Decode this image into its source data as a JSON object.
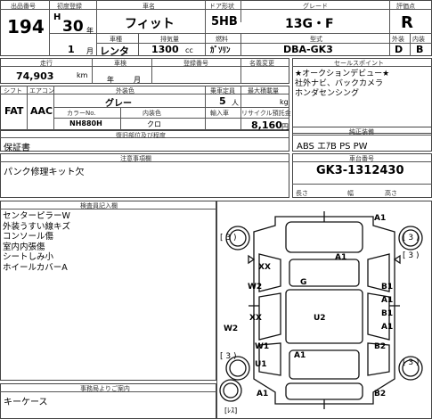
{
  "header": {
    "lot_label": "出品番号",
    "lot": "194",
    "reg_label": "初度登録",
    "era": "H",
    "year": "30",
    "year_unit": "年",
    "month": "1",
    "month_unit": "月",
    "name_label": "車名",
    "name": "フィット",
    "usage_label": "車種",
    "usage": "レンタ",
    "cc_label": "排気量",
    "cc": "1300",
    "cc_unit": "cc",
    "doors_label": "ドア形状",
    "doors": "5HB",
    "fuel_label": "燃料",
    "fuel": "ｶﾞｿﾘﾝ",
    "grade_label": "グレード",
    "grade": "13G・F",
    "model_label": "型式",
    "model": "DBA-GK3",
    "score_label": "評価点",
    "score": "R",
    "ext_label": "外装",
    "ext": "D",
    "int_label": "内装",
    "int": "B"
  },
  "mileage": {
    "label": "走行",
    "value": "74,903",
    "unit": "km"
  },
  "inspection": {
    "label": "車検",
    "unit_y": "年",
    "unit_m": "月"
  },
  "reg_no": {
    "label": "登録番号"
  },
  "owner": {
    "label": "名義変更"
  },
  "sales_points": {
    "label": "セールスポイント",
    "lines": "★オークションデビュー★\n社外ナビ、バックカメラ\nホンダセンシング"
  },
  "row3": {
    "shift_label": "シフト",
    "shift": "FAT",
    "ac_label": "エアコン",
    "ac": "AAC",
    "color_label": "外装色",
    "color": "グレー",
    "color_no_label": "カラーNo.",
    "color_no": "NH880H",
    "int_color_label": "内装色",
    "int_color": "クロ",
    "seats_label": "乗車定員",
    "seats": "5",
    "seats_unit": "人",
    "load_label": "最大積載量",
    "load_unit": "kg",
    "import_label": "輸入車",
    "recycle_label": "リサイクル預託金",
    "recycle": "8,160",
    "recycle_unit": "円"
  },
  "restore": {
    "label": "復旧部位及び程度",
    "text": "保証書"
  },
  "equipment": {
    "label": "純正装備",
    "text": "ABS エｱB PS PW"
  },
  "notes": {
    "label": "注意事項欄",
    "text": "パンク修理キット欠"
  },
  "vin": {
    "label": "車台番号",
    "value": "GK3-1312430"
  },
  "dims": {
    "length": "長さ",
    "width": "幅",
    "height": "高さ"
  },
  "inspector": {
    "label": "検査員記入欄",
    "lines": "センターピラーW\n外装うすい線キズ\nコンソール傷\n室内内張傷\nシートしみ小\nホイールカバーA"
  },
  "office": {
    "label": "事務局よりご案内",
    "text": "キーケース"
  },
  "diagram": {
    "marks": [
      "A1",
      "[ 3 )",
      "[ 3 )",
      "A1",
      "[ 3 )",
      "XX",
      "G",
      "W2",
      "B1",
      "A1",
      "XX",
      "U2",
      "B1",
      "A1",
      "W2",
      "W1",
      "B2",
      "[ 3 )",
      "U1",
      "A1",
      "[ 3 )",
      "A1",
      "B2"
    ],
    "spare_label": "[ﾚｽ]"
  }
}
